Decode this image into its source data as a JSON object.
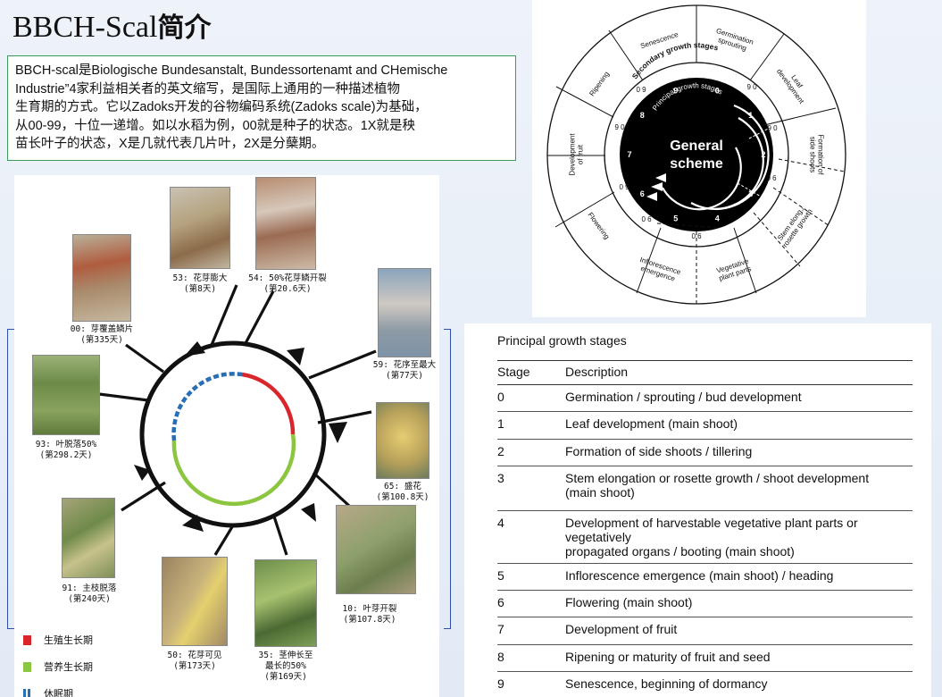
{
  "title": {
    "main": "BBCH-Scal",
    "cn": "简介"
  },
  "intro": {
    "line1": "BBCH-scal是Biologische Bundesanstalt, Bundessortenamt and CHemische",
    "line2": "Industrie”4家利益相关者的英文缩写，是国际上通用的一种描述植物",
    "line3": "生育期的方式。它以Zadoks开发的谷物编码系统(Zadoks scale)为基础，",
    "line4": "从00-99，十位一递增。如以水稻为例，00就是种子的状态。1X就是秧",
    "line5": "苗长叶子的状态，X是几就代表几片叶，2X是分蘖期。"
  },
  "cycle": {
    "stages": [
      {
        "code": "53",
        "name": "花芽膨大",
        "days": "(第8天)"
      },
      {
        "code": "54",
        "name": "50%花芽鳞开裂",
        "days": "(第20.6天)"
      },
      {
        "code": "59",
        "name": "花序至最大",
        "days": "(第77天)"
      },
      {
        "code": "65",
        "name": "盛花",
        "days": "(第100.8天)"
      },
      {
        "code": "10",
        "name": "叶芽开裂",
        "days": "(第107.8天)"
      },
      {
        "code": "35",
        "name": "茎伸长至最长的50%",
        "line1": "35: 茎伸长至",
        "line2": "最长的50%",
        "days": "(第169天)"
      },
      {
        "code": "50",
        "name": "花芽可见",
        "days": "(第173天)"
      },
      {
        "code": "91",
        "name": "主枝脱落",
        "days": "(第240天)"
      },
      {
        "code": "93",
        "name": "叶脱落50%",
        "days": "(第298.2天)"
      },
      {
        "code": "00",
        "name": "芽覆盖鳞片",
        "days": "(第335天)"
      }
    ],
    "captions": {
      "s53": "53: 花芽膨大",
      "s54": "54: 50%花芽鳞开裂",
      "s59": "59: 花序至最大",
      "s65": "65: 盛花",
      "s10": "10: 叶芽开裂",
      "s35a": "35: 茎伸长至",
      "s35b": "最长的50%",
      "s50": "50: 花芽可见",
      "s91": "91: 主枝脱落",
      "s93": "93: 叶脱落50%",
      "s00": "00: 芽覆盖鳞片"
    },
    "legend": [
      {
        "label": "生殖生长期",
        "color": "#d9262c"
      },
      {
        "label": "营养生长期",
        "color": "#8cc540"
      },
      {
        "label": "休眠期",
        "color": "#2a6fb5"
      }
    ]
  },
  "scheme": {
    "center": [
      "General",
      "scheme"
    ],
    "principal_label": "Principal growth stages",
    "secondary_label": "Secondary growth stages",
    "digits": [
      "0",
      "1",
      "2",
      "3",
      "4",
      "5",
      "6",
      "7",
      "8",
      "9"
    ],
    "outer_labels": [
      [
        "Germination",
        "sprouting"
      ],
      [
        "Leaf",
        "development"
      ],
      [
        "Formation of",
        "side shoots"
      ],
      [
        "Stem elong./",
        "rosette growth"
      ],
      [
        "Vegetative",
        "plant parts"
      ],
      [
        "Inflorescence",
        "emergence"
      ],
      [
        "Flowering"
      ],
      [
        "Development",
        "of fruit"
      ],
      [
        "Ripening"
      ],
      [
        "Senescence"
      ]
    ],
    "ring_numbers": {
      "n09": "0 9",
      "n90": "9 0",
      "n06": "0 6",
      "n06b": "0 6",
      "n09b": "0 9",
      "n90b": "9 0",
      "n096": "0 6",
      "n90c": "9 0"
    }
  },
  "table": {
    "title": "Principal growth stages",
    "headers": [
      "Stage",
      "Description"
    ],
    "rows": [
      {
        "stage": "0",
        "desc": "Germination / sprouting / bud development"
      },
      {
        "stage": "1",
        "desc": "Leaf development (main shoot)"
      },
      {
        "stage": "2",
        "desc": "Formation of side shoots / tillering"
      },
      {
        "stage": "3",
        "desc": "Stem elongation or rosette growth / shoot development",
        "desc2": "(main shoot)"
      },
      {
        "stage": "4",
        "desc": "Development of harvestable vegetative plant parts or vegetatively",
        "desc2": "propagated organs / booting (main shoot)"
      },
      {
        "stage": "5",
        "desc": "Inflorescence emergence (main shoot) / heading"
      },
      {
        "stage": "6",
        "desc": "Flowering (main shoot)"
      },
      {
        "stage": "7",
        "desc": "Development of fruit"
      },
      {
        "stage": "8",
        "desc": "Ripening or maturity of fruit and seed"
      },
      {
        "stage": "9",
        "desc": "Senescence, beginning of dormancy"
      }
    ]
  }
}
